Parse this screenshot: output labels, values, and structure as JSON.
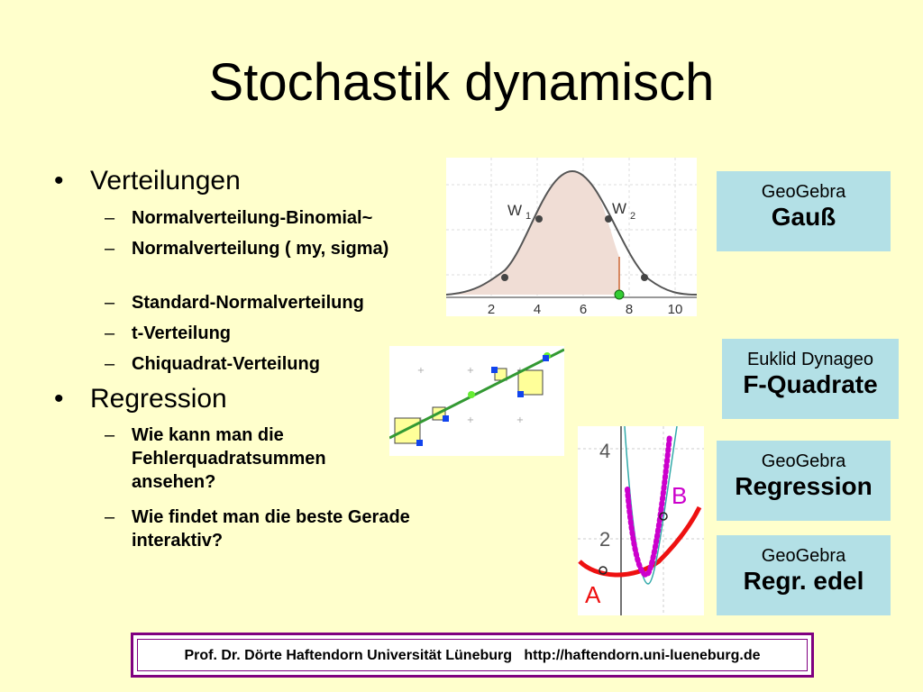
{
  "title": "Stochastik dynamisch",
  "bullets": [
    {
      "label": "Verteilungen",
      "items": [
        "Normalverteilung-Binomial~",
        "Normalverteilung ( my, sigma)",
        "Standard-Normalverteilung",
        "t-Verteilung",
        "Chiquadrat-Verteilung"
      ]
    },
    {
      "label": "Regression",
      "items": [
        "Wie kann man die Fehlerquadratsummen ansehen?",
        "Wie findet man die beste Gerade interaktiv?"
      ]
    }
  ],
  "links": [
    {
      "line1": "GeoGebra",
      "line2": "Gauß"
    },
    {
      "line1": "Euklid Dynageo",
      "line2": "F-Quadrate"
    },
    {
      "line1": "GeoGebra",
      "line2": "Regression"
    },
    {
      "line1": "GeoGebra",
      "line2": "Regr. edel"
    }
  ],
  "figures": {
    "gauss": {
      "x_ticks": [
        "2",
        "4",
        "6",
        "8",
        "10"
      ],
      "point_labels": {
        "w1": "W",
        "w1_sub": "1",
        "w2": "W",
        "w2_sub": "2"
      }
    },
    "parabola": {
      "y_ticks": [
        "4",
        "2"
      ],
      "labels": {
        "a": "A",
        "b": "B"
      }
    }
  },
  "footer": "Prof. Dr. Dörte Haftendorn Universität Lüneburg   http://haftendorn.uni-lueneburg.de",
  "colors": {
    "background": "#ffffcc",
    "link_box": "#b3e0e6",
    "footer_border": "#800080"
  }
}
